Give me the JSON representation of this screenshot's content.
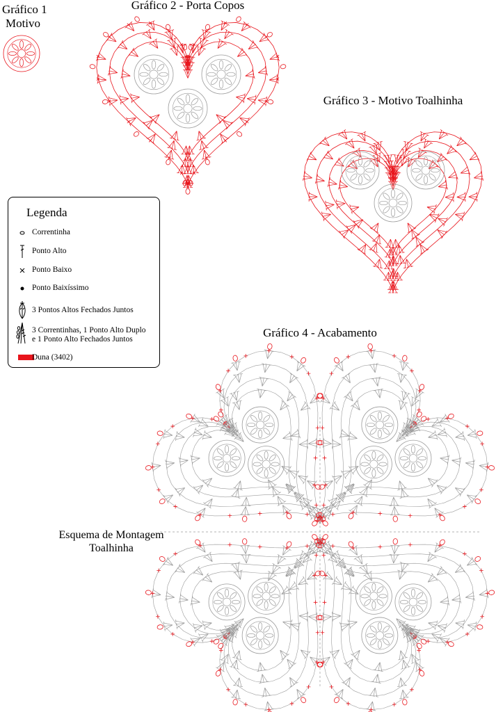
{
  "charts": {
    "chart1": {
      "title_line1": "Gráfico 1",
      "title_line2": "Motivo"
    },
    "chart2": {
      "title": "Gráfico 2 - Porta Copos"
    },
    "chart3": {
      "title": "Gráfico 3 - Motivo Toalhinha"
    },
    "chart4": {
      "title": "Gráfico 4 - Acabamento"
    },
    "assembly": {
      "line1": "Esquema de Montagem",
      "line2": "Toalhinha"
    }
  },
  "legend": {
    "title": "Legenda",
    "items": [
      {
        "icon": "chain-stitch-icon",
        "label": "Correntinha"
      },
      {
        "icon": "double-crochet-icon",
        "label": "Ponto Alto"
      },
      {
        "icon": "single-crochet-icon",
        "label": "Ponto Baixo"
      },
      {
        "icon": "slip-stitch-icon",
        "label": "Ponto Baixíssimo"
      },
      {
        "icon": "cluster-3dc-icon",
        "label": "3 Pontos Altos Fechados Juntos"
      },
      {
        "icon": "chain-treble-cluster-icon",
        "label_line1": "3 Correntinhas, 1 Ponto Alto Duplo",
        "label_line2": "e 1 Ponto Alto Fechados Juntos"
      },
      {
        "icon": "color-swatch-icon",
        "label": "Duna (3402)"
      }
    ]
  },
  "colors": {
    "accent": "#e8141b",
    "diagram_gray": "#9a9a9a",
    "text": "#000000"
  }
}
